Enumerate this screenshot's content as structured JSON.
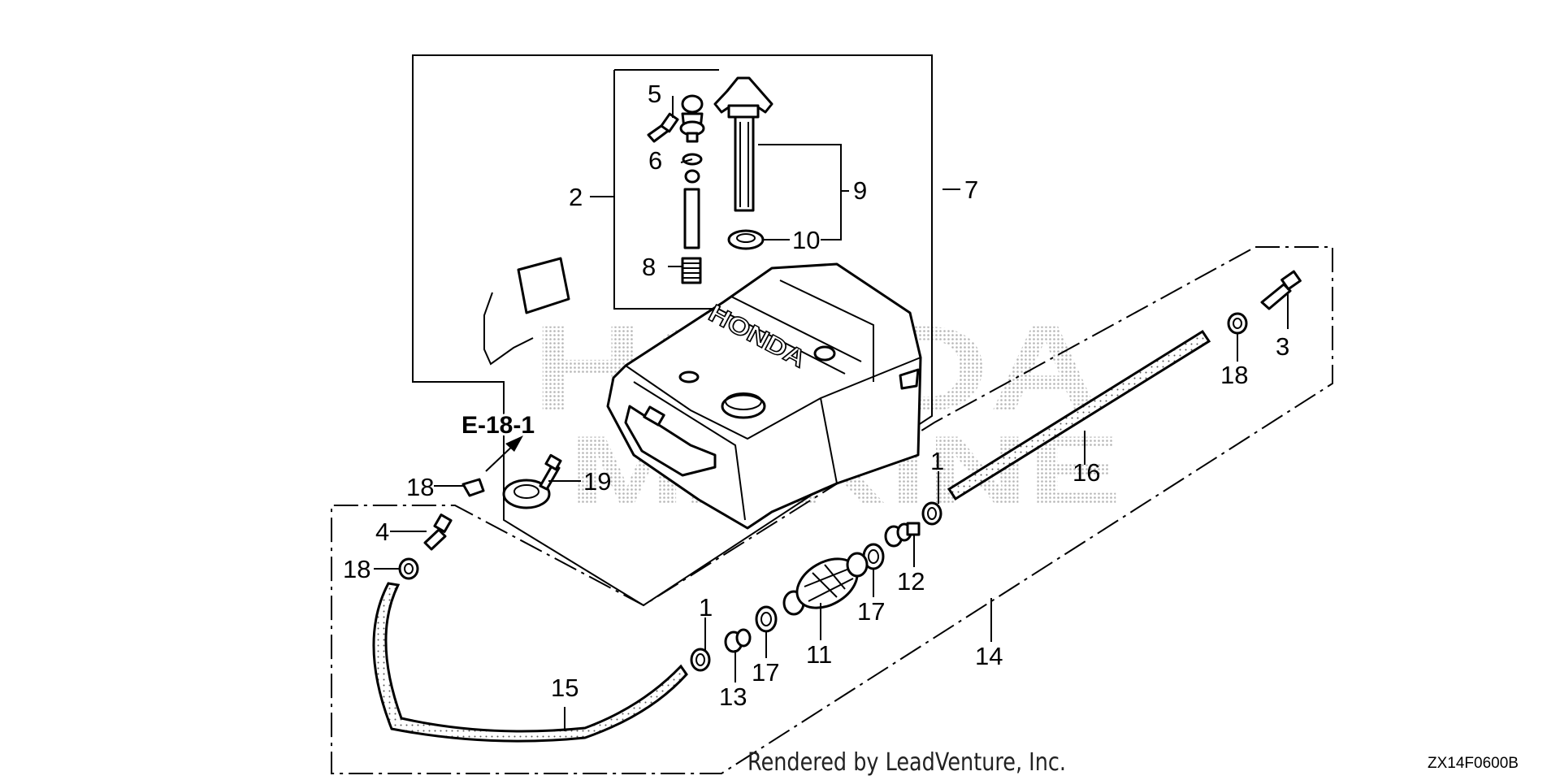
{
  "callouts": [
    {
      "id": "c1a",
      "text": "1"
    },
    {
      "id": "c1b",
      "text": "1"
    },
    {
      "id": "c2",
      "text": "2"
    },
    {
      "id": "c3",
      "text": "3"
    },
    {
      "id": "c4",
      "text": "4"
    },
    {
      "id": "c5",
      "text": "5"
    },
    {
      "id": "c6",
      "text": "6"
    },
    {
      "id": "c7",
      "text": "7"
    },
    {
      "id": "c8",
      "text": "8"
    },
    {
      "id": "c9",
      "text": "9"
    },
    {
      "id": "c10",
      "text": "10"
    },
    {
      "id": "c11",
      "text": "11"
    },
    {
      "id": "c12",
      "text": "12"
    },
    {
      "id": "c13",
      "text": "13"
    },
    {
      "id": "c14",
      "text": "14"
    },
    {
      "id": "c15",
      "text": "15"
    },
    {
      "id": "c16",
      "text": "16"
    },
    {
      "id": "c17a",
      "text": "17"
    },
    {
      "id": "c17b",
      "text": "17"
    },
    {
      "id": "c18a",
      "text": "18"
    },
    {
      "id": "c18b",
      "text": "18"
    },
    {
      "id": "c18c",
      "text": "18"
    },
    {
      "id": "c19",
      "text": "19"
    }
  ],
  "reference_label": "E-18-1",
  "tank_brand_text": "HONDA",
  "watermark_text": [
    "HONDA",
    "MARINE"
  ],
  "credit_text": "Rendered by LeadVenture, Inc.",
  "diagram_code": "ZX14F0600B"
}
